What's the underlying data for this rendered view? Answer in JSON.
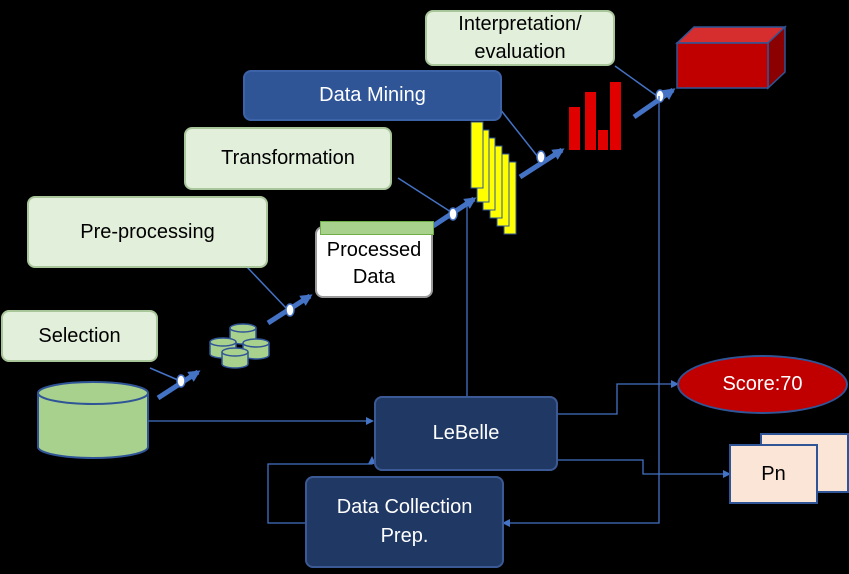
{
  "steps": {
    "selection": "Selection",
    "preprocessing": "Pre-processing",
    "transformation": "Transformation",
    "data_mining": "Data Mining",
    "interpretation": "Interpretation/\nevaluation"
  },
  "processed_data": "Processed\nData",
  "lebelle": "LeBelle",
  "data_collection": "Data Collection\nPrep.",
  "score": "Score:70",
  "pages_label": "Pn",
  "colors": {
    "light_box": "#e2efda",
    "navy_box": "#203864",
    "blue_box": "#2f5597",
    "arrow": "#4472c4",
    "database": "#a9d18e",
    "yellow_pattern": "#ffff00",
    "red_bars": "#e00000",
    "score_fill": "#c00000",
    "page_fill": "#fbe5d6"
  }
}
